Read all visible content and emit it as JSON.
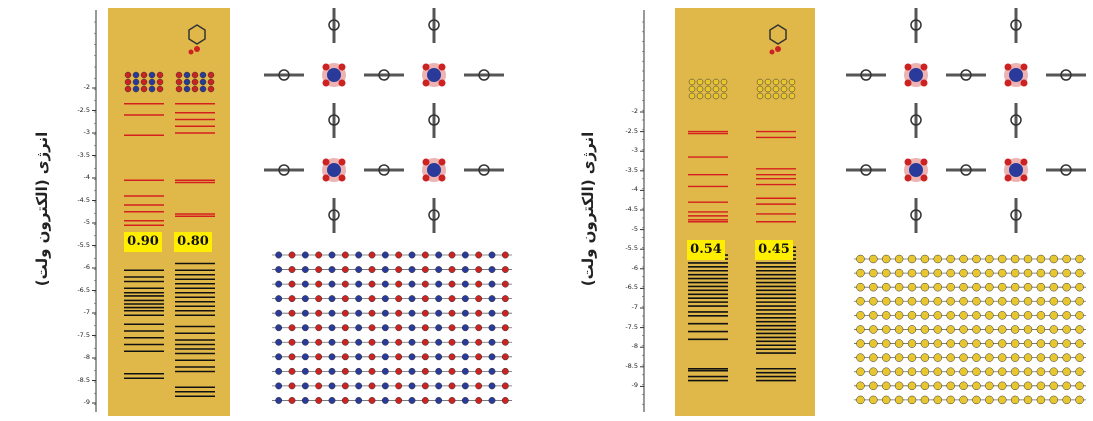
{
  "panels": [
    {
      "id": "left",
      "y_label": "انرژی (الکترون ولت)",
      "y_ticks": [
        "-2",
        "-2.5",
        "-3",
        "-3.5",
        "-4",
        "-4.5",
        "-5",
        "-5.5",
        "-6",
        "-6.5",
        "-7",
        "-7.5",
        "-8",
        "-8.5",
        "-9"
      ],
      "columns": [
        {
          "gap_label": "0.90",
          "red_levels": [
            -2.35,
            -2.6,
            -3.05,
            -4.05,
            -4.4,
            -4.6,
            -4.75,
            -4.95,
            -5.05
          ],
          "black_levels": [
            -6.05,
            -6.2,
            -6.3,
            -6.45,
            -6.55,
            -6.62,
            -6.72,
            -6.8,
            -6.88,
            -6.95,
            -7.05,
            -7.25,
            -7.4,
            -7.55,
            -7.7,
            -7.85,
            -8.35,
            -8.45
          ]
        },
        {
          "gap_label": "0.80",
          "red_levels": [
            -2.35,
            -2.55,
            -2.7,
            -2.85,
            -3.0,
            -4.05,
            -4.1,
            -4.8,
            -4.85
          ],
          "black_levels": [
            -5.9,
            -6.05,
            -6.15,
            -6.25,
            -6.35,
            -6.45,
            -6.55,
            -6.65,
            -6.75,
            -6.85,
            -6.95,
            -7.05,
            -7.3,
            -7.45,
            -7.6,
            -7.7,
            -7.8,
            -7.9,
            -8.05,
            -8.2,
            -8.3,
            -8.65,
            -8.75,
            -8.85
          ]
        }
      ]
    },
    {
      "id": "right",
      "y_label": "انرژی (الکترون ولت)",
      "y_ticks": [
        "-2",
        "-2.5",
        "-3",
        "-3.5",
        "-4",
        "-4.5",
        "-5",
        "-5.5",
        "-6",
        "-6.5",
        "-7",
        "-7.5",
        "-8",
        "-8.5",
        "-9"
      ],
      "columns": [
        {
          "gap_label": "0.54",
          "red_levels": [
            -2.5,
            -2.55,
            -3.15,
            -3.6,
            -3.9,
            -4.3,
            -4.55,
            -4.65,
            -4.75,
            -4.8
          ],
          "black_levels": [
            -5.65,
            -5.75,
            -5.85,
            -5.95,
            -6.05,
            -6.15,
            -6.25,
            -6.35,
            -6.45,
            -6.55,
            -6.65,
            -6.75,
            -6.85,
            -6.95,
            -7.1,
            -7.2,
            -7.4,
            -7.6,
            -7.8,
            -8.55,
            -8.6,
            -8.75,
            -8.85
          ]
        },
        {
          "gap_label": "0.45",
          "red_levels": [
            -2.5,
            -2.65,
            -3.45,
            -3.6,
            -3.7,
            -3.85,
            -4.2,
            -4.35,
            -4.6,
            -4.8
          ],
          "black_levels": [
            -5.45,
            -5.55,
            -5.65,
            -5.75,
            -5.85,
            -5.95,
            -6.05,
            -6.15,
            -6.25,
            -6.35,
            -6.45,
            -6.55,
            -6.65,
            -6.75,
            -6.85,
            -6.95,
            -7.05,
            -7.15,
            -7.25,
            -7.35,
            -7.45,
            -7.55,
            -7.65,
            -7.75,
            -7.85,
            -7.95,
            -8.05,
            -8.15,
            -8.55,
            -8.65,
            -8.75,
            -8.85
          ]
        }
      ]
    }
  ],
  "colors": {
    "band_background": "#e0b84a",
    "red_level": "#d41f1f",
    "black_level": "#111111",
    "gap_badge": "#ffee00",
    "atom_carbon": "#555555",
    "atom_oxygen": "#cc2222",
    "atom_nitrogen": "#2a3a9a",
    "atom_metal": "#e8c630",
    "atom_hydrogen": "#bbbbbb"
  }
}
